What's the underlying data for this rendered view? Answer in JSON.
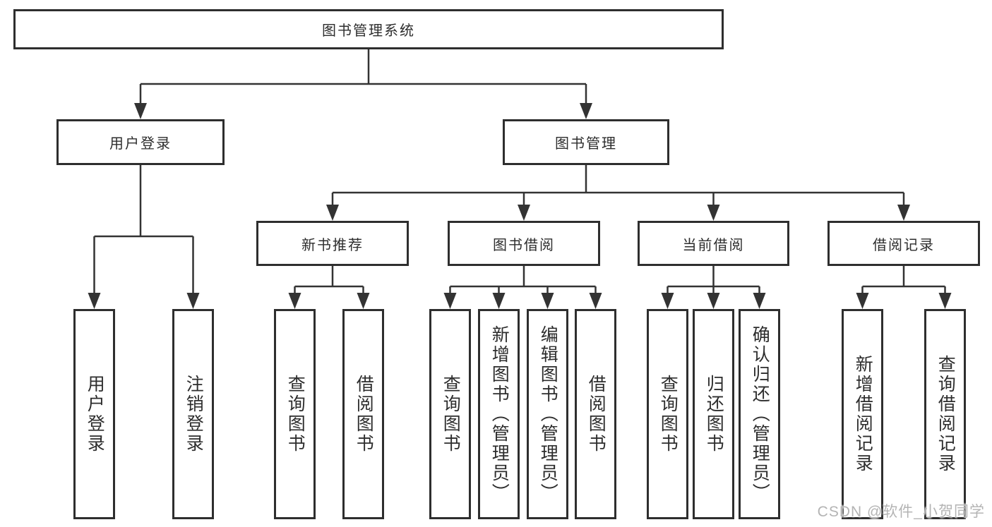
{
  "tree": {
    "root": "图书管理系统",
    "branches": [
      {
        "label": "用户登录",
        "leaves": [
          "用户登录",
          "注销登录"
        ]
      },
      {
        "label": "图书管理",
        "groups": [
          {
            "label": "新书推荐",
            "leaves": [
              "查询图书",
              "借阅图书"
            ]
          },
          {
            "label": "图书借阅",
            "leaves": [
              "查询图书",
              "新增图书（管理员）",
              "编辑图书（管理员）",
              "借阅图书"
            ]
          },
          {
            "label": "当前借阅",
            "leaves": [
              "查询图书",
              "归还图书",
              "确认归还（管理员）"
            ]
          },
          {
            "label": "借阅记录",
            "leaves": [
              "新增借阅记录",
              "查询借阅记录"
            ]
          }
        ]
      }
    ]
  },
  "watermark": "CSDN @软件_小贺同学",
  "colors": {
    "line": "#333333",
    "text": "#2d2d2d",
    "watermark": "#b4b4b4",
    "background": "#ffffff"
  }
}
